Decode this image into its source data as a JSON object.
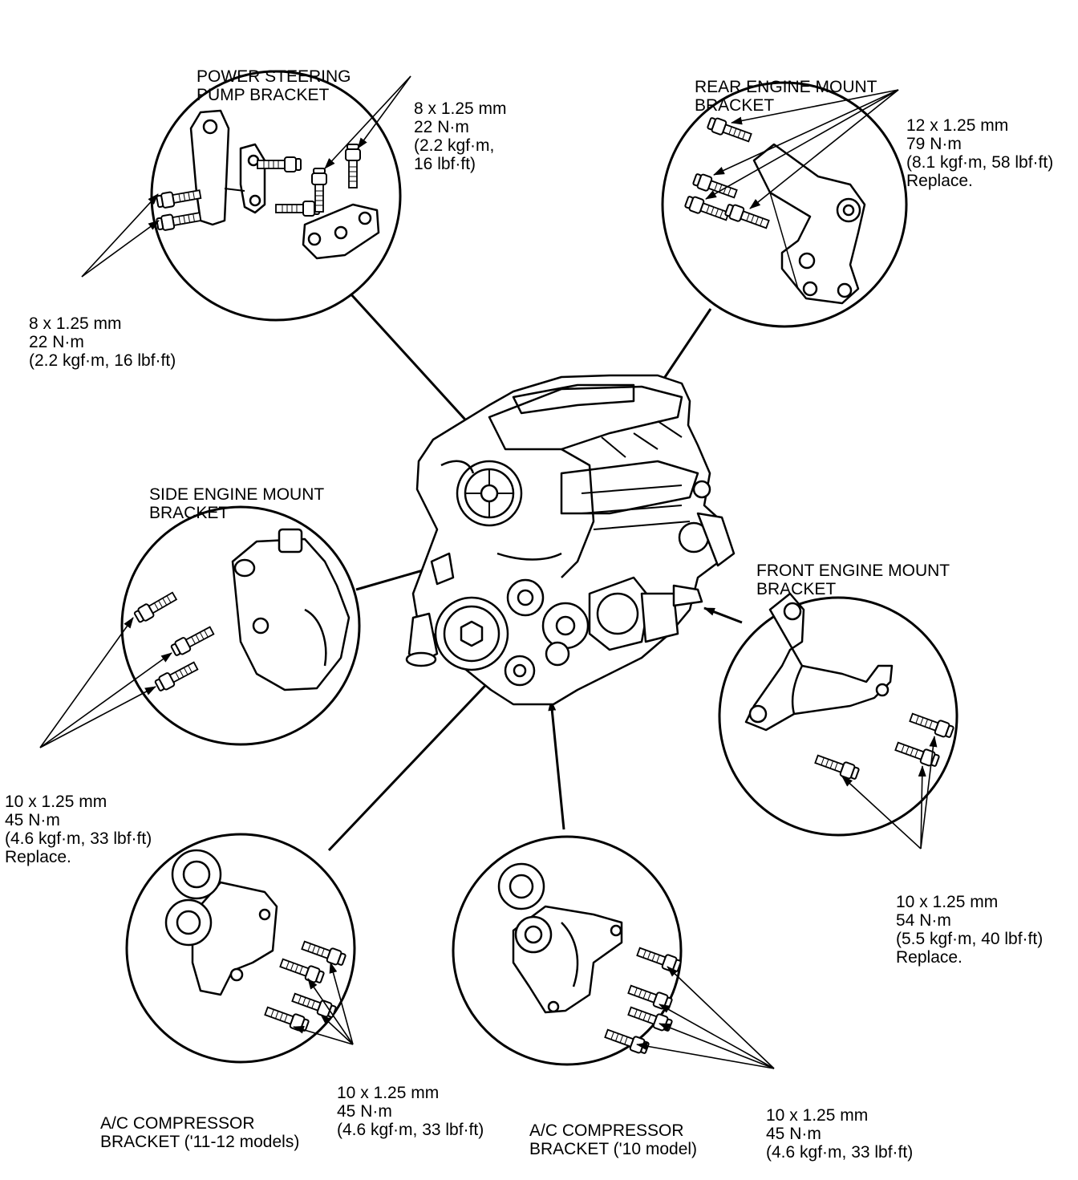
{
  "callouts": {
    "ps_bracket": {
      "title": [
        "POWER STEERING",
        "PUMP BRACKET"
      ]
    },
    "ps_bolt_right": [
      "8 x 1.25 mm",
      "22 N·m",
      "(2.2 kgf·m,",
      "16 lbf·ft)"
    ],
    "ps_bolt_left": [
      "8 x 1.25 mm",
      "22 N·m",
      "(2.2 kgf·m, 16 lbf·ft)"
    ],
    "rear_mount": {
      "title": [
        "REAR ENGINE MOUNT",
        "BRACKET"
      ]
    },
    "rear_bolt": [
      "12 x 1.25 mm",
      "79 N·m",
      "(8.1 kgf·m, 58 lbf·ft)",
      "Replace."
    ],
    "side_mount": {
      "title": [
        "SIDE ENGINE MOUNT",
        "BRACKET"
      ]
    },
    "side_bolt": [
      "10 x 1.25 mm",
      "45 N·m",
      "(4.6 kgf·m, 33 lbf·ft)",
      "Replace."
    ],
    "front_mount": {
      "title": [
        "FRONT ENGINE MOUNT",
        "BRACKET"
      ]
    },
    "front_bolt": [
      "10 x 1.25 mm",
      "54 N·m",
      "(5.5 kgf·m, 40 lbf·ft)",
      "Replace."
    ],
    "ac_1112": {
      "title": [
        "A/C COMPRESSOR",
        "BRACKET ('11-12 models)"
      ]
    },
    "ac_1112_bolt": [
      "10 x 1.25 mm",
      "45 N·m",
      "(4.6 kgf·m, 33 lbf·ft)"
    ],
    "ac_10": {
      "title": [
        "A/C COMPRESSOR",
        "BRACKET ('10 model)"
      ]
    },
    "ac_10_bolt": [
      "10 x 1.25 mm",
      "45 N·m",
      "(4.6 kgf·m, 33 lbf·ft)"
    ]
  }
}
